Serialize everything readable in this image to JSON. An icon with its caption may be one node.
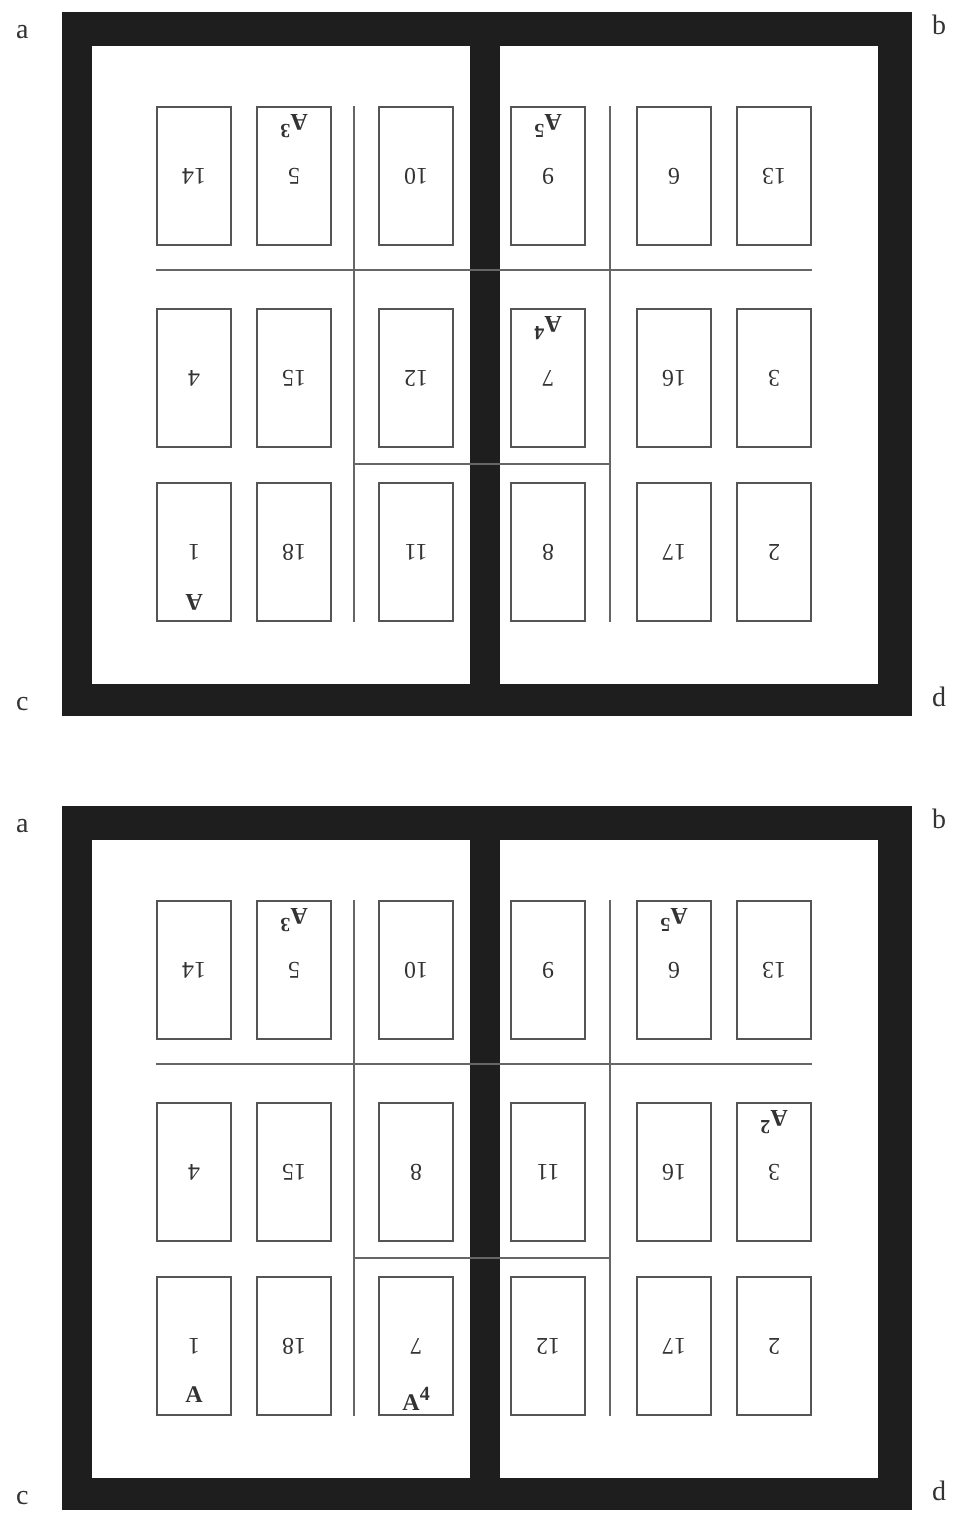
{
  "diagram": {
    "nodes": [
      {
        "text": [
          "14"
        ]
      },
      {
        "text": [
          "A$^{3}$",
          "5"
        ]
      },
      {
        "text": [
          "10"
        ]
      },
      {
        "text": [
          "A$^{5}$",
          "9"
        ]
      },
      {
        "text": [
          "6"
        ]
      },
      {
        "text": [
          "13"
        ]
      },
      {
        "text": [
          "4"
        ]
      },
      {
        "text": [
          "15"
        ]
      },
      {
        "text": [
          "12"
        ]
      },
      {
        "text": [
          "A$^{4}$",
          "7"
        ]
      },
      {
        "text": [
          "16"
        ]
      },
      {
        "text": [
          "3"
        ]
      },
      {
        "text": [
          "1",
          "A"
        ]
      },
      {
        "text": [
          "18"
        ]
      },
      {
        "text": [
          "11"
        ]
      },
      {
        "text": [
          "8"
        ]
      },
      {
        "text": [
          "17"
        ]
      },
      {
        "text": [
          "2"
        ]
      },
      {
        "text": [
          "14"
        ]
      },
      {
        "text": [
          "A$^{3}$",
          "5"
        ]
      },
      {
        "text": [
          "10"
        ]
      },
      {
        "text": [
          "9"
        ]
      },
      {
        "text": [
          "A$^{5}$",
          "6"
        ]
      },
      {
        "text": [
          "13"
        ]
      },
      {
        "text": [
          "4"
        ]
      },
      {
        "text": [
          "15"
        ]
      },
      {
        "text": [
          "8"
        ]
      },
      {
        "text": [
          "11"
        ]
      },
      {
        "text": [
          "16"
        ]
      },
      {
        "text": [
          "A$^{2}$",
          "3"
        ]
      },
      {
        "text": [
          "1",
          "A"
        ]
      },
      {
        "text": [
          "18"
        ]
      },
      {
        "text": [
          "7",
          "A$^{4}$"
        ]
      },
      {
        "text": [
          "12"
        ]
      },
      {
        "text": [
          "17"
        ]
      },
      {
        "text": [
          "2"
        ]
      }
    ],
    "labels": [
      "a",
      "b",
      "c",
      "d",
      "a",
      "b",
      "c",
      "d"
    ]
  }
}
